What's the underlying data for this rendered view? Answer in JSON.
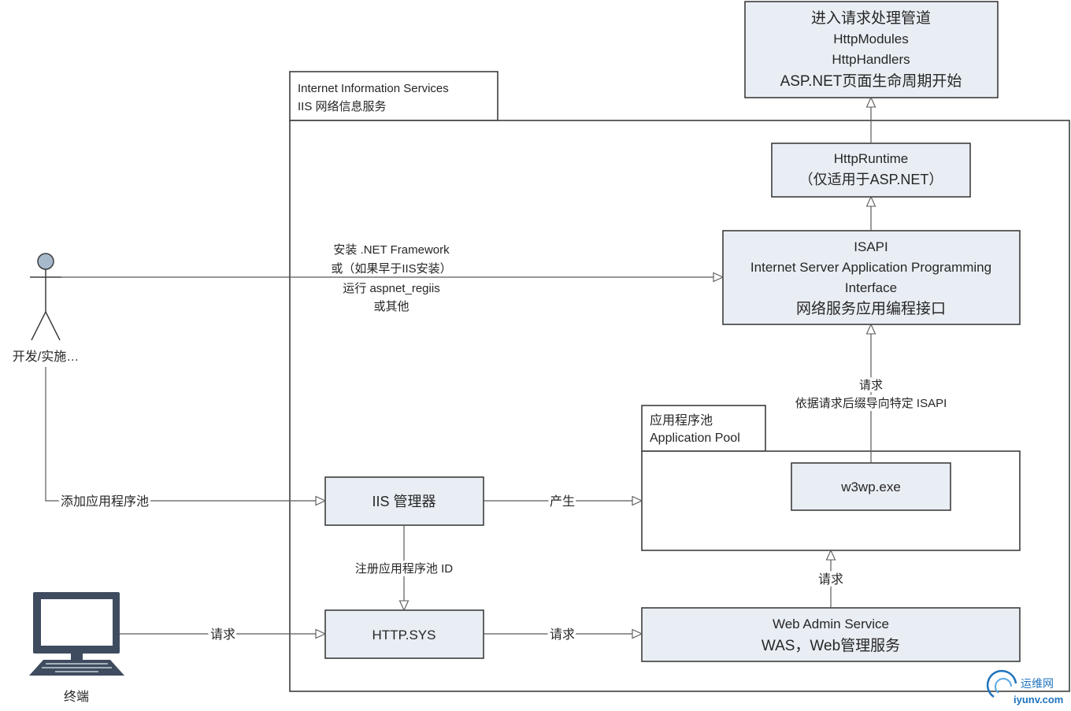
{
  "diagram": {
    "pipeline_box": {
      "lines": [
        "进入请求处理管道",
        "HttpModules",
        "HttpHandlers",
        "ASP.NET页面生命周期开始"
      ]
    },
    "iis_container": {
      "lines": [
        "Internet Information Services",
        "IIS 网络信息服务"
      ]
    },
    "httpruntime_box": {
      "lines": [
        "HttpRuntime",
        "（仅适用于ASP.NET）"
      ]
    },
    "isapi_box": {
      "lines": [
        "ISAPI",
        "Internet Server Application Programming",
        "Interface",
        "网络服务应用编程接口"
      ]
    },
    "actor": {
      "label": "开发/实施…",
      "icon": "person-icon"
    },
    "install_edge": {
      "lines": [
        "安装 .NET Framework",
        "或（如果早于IIS安装）",
        "运行 aspnet_regiis",
        "或其他"
      ]
    },
    "add_pool_edge": {
      "label": "添加应用程序池"
    },
    "iis_manager_box": {
      "label": "IIS 管理器"
    },
    "produce_edge": {
      "label": "产生"
    },
    "app_pool_container": {
      "lines": [
        "应用程序池",
        "Application Pool"
      ]
    },
    "w3wp_box": {
      "label": "w3wp.exe"
    },
    "w3wp_to_isapi_edge": {
      "lines": [
        "请求",
        "依据请求后缀导向特定 ISAPI"
      ]
    },
    "register_edge": {
      "label": "注册应用程序池 ID"
    },
    "http_sys_box": {
      "label": "HTTP.SYS"
    },
    "terminal_edge": {
      "label": "请求"
    },
    "http_sys_to_was_edge": {
      "label": "请求"
    },
    "was_to_pool_edge": {
      "label": "请求"
    },
    "was_box": {
      "lines": [
        "Web Admin Service",
        "WAS，Web管理服务"
      ]
    },
    "terminal": {
      "label": "终端",
      "icon": "computer-icon"
    }
  },
  "logo": {
    "name": "运维网",
    "domain": "iyunv.com",
    "icon": "logo-swirl-icon"
  },
  "colors": {
    "box_fill": "#e9eef4",
    "border": "#3d3d3d",
    "line": "#595959",
    "logo": "#1e73be",
    "actor_head": "#a7b9cc",
    "computer_body": "#3f4c5f"
  }
}
